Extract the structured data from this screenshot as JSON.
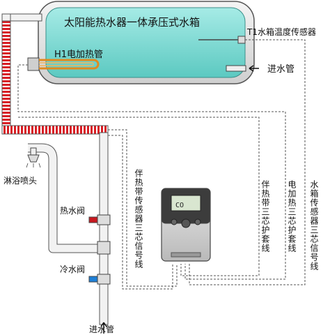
{
  "tank": {
    "title": "太阳能热水器一体承压式水箱"
  },
  "heater": {
    "label": "H1电加热管"
  },
  "sensor_t1": {
    "label": "T1水箱温度传感器"
  },
  "inlet_tank": {
    "label": "进水管"
  },
  "inlet_bottom": {
    "label": "进水管"
  },
  "shower": {
    "label": "淋浴喷头"
  },
  "hot_valve": {
    "label": "热水阀"
  },
  "cold_valve": {
    "label": "冷水阀"
  },
  "wire_labels": {
    "tracing_sensor": "伴热带传感器三芯信号线",
    "tracing_sheath": "伴热带三芯护套线",
    "heater_sheath": "电加热三芯护套线",
    "tank_sensor": "水箱传感器三芯信号线"
  },
  "controller": {
    "display_text": "CO"
  },
  "colors": {
    "tank_fill": "#7fd9d3",
    "heat_trace": "#d91f26",
    "pipe": "#f2f2f2",
    "wire": "#555555"
  }
}
